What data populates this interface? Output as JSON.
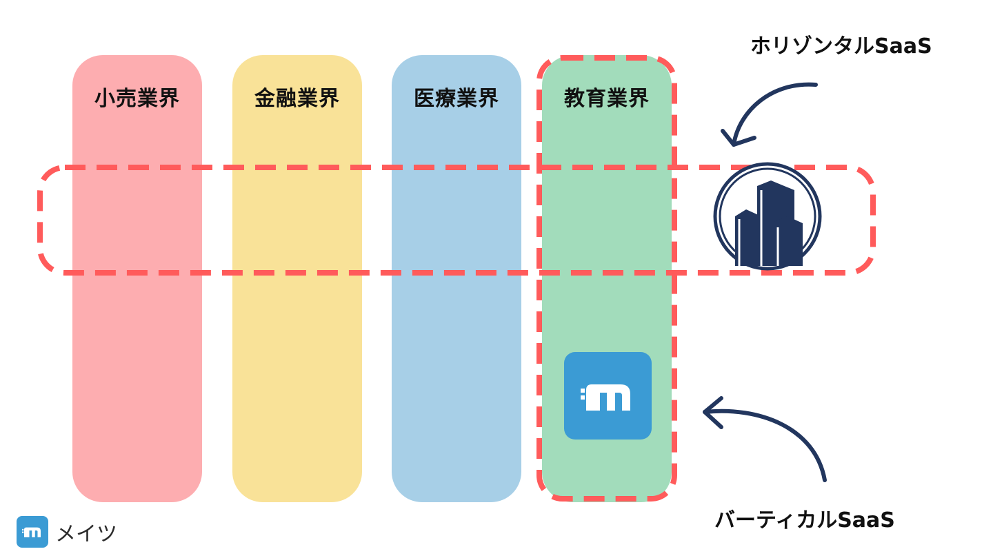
{
  "columns": [
    {
      "label": "小売業界",
      "color": "#fdadb0"
    },
    {
      "label": "金融業界",
      "color": "#f9e298"
    },
    {
      "label": "医療業界",
      "color": "#a7cfe7"
    },
    {
      "label": "教育業界",
      "color": "#a2dcbb"
    }
  ],
  "callouts": {
    "horizontal": "ホリゾンタルSaaS",
    "vertical": "バーティカルSaaS"
  },
  "brand": {
    "name": "メイツ"
  },
  "colors": {
    "dash": "#ff5b5b",
    "navy": "#22365e",
    "brand_blue": "#3b9bd4"
  },
  "icons": {
    "horizontal_logo": "buildings-icon",
    "vertical_logo": "mates-m-icon",
    "arrows": "curved-arrow-icon"
  }
}
